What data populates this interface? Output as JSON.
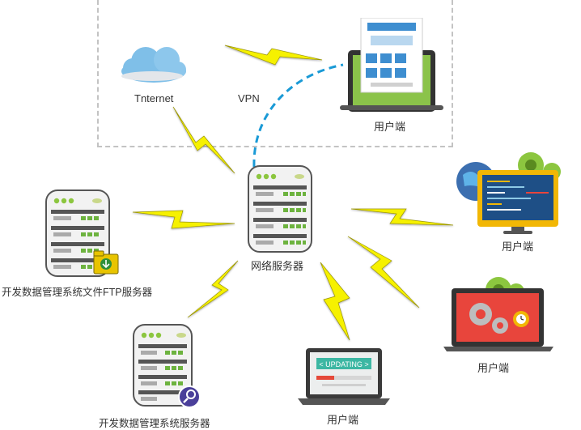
{
  "labels": {
    "internet": "Tnternet",
    "vpn": "VPN",
    "user_top": "用户端",
    "network_server": "网络服务器",
    "ftp_server": "开发数据管理系统文件FTP服务器",
    "mgmt_server": "开发数据管理系统服务器",
    "user_bottom": "用户端",
    "user_right_mid": "用户端",
    "user_right_top": "用户端"
  },
  "screen_text": {
    "updating": "< UPDATING >"
  },
  "colors": {
    "lightning": "#f6f100",
    "vpn_dash": "#1a9ad6",
    "server_green": "#6db33f",
    "cloud": "#7fbfe8",
    "frame_dash": "#bbbbbb"
  }
}
